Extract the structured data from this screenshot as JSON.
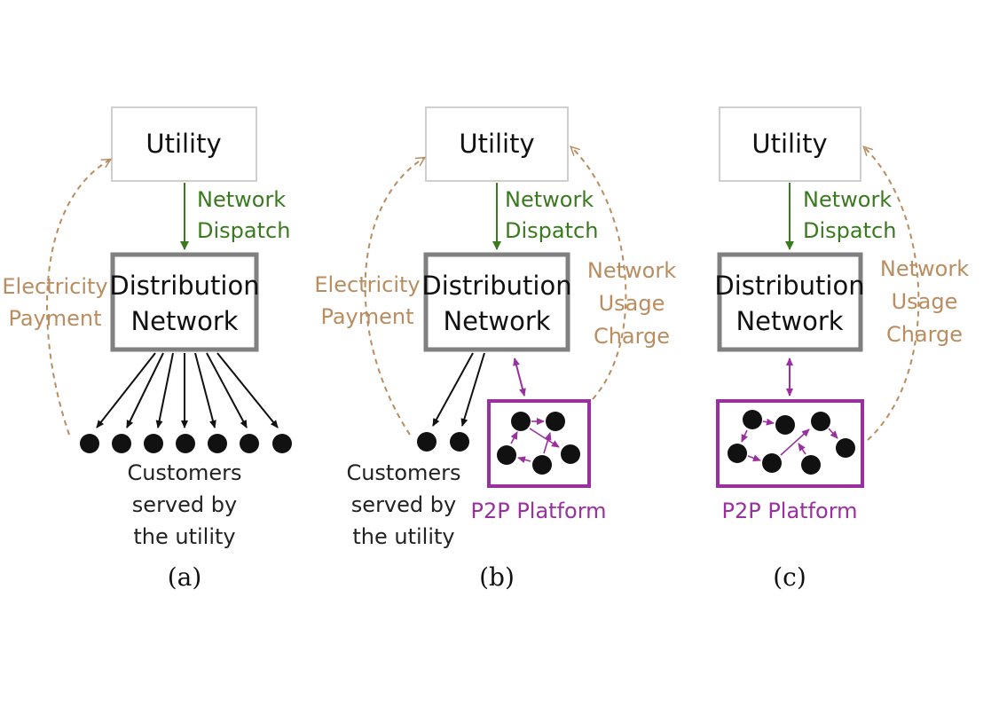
{
  "colors": {
    "dispatch": "#3a7a1f",
    "payment": "#b98d5f",
    "p2p": "#9a2fa0",
    "utility_border": "#cfcfcf",
    "network_border": "#808080"
  },
  "panels": [
    {
      "caption": "(a)",
      "utility": "Utility",
      "dispatch_line1": "Network",
      "dispatch_line2": "Dispatch",
      "distribution_line1": "Distribution",
      "distribution_line2": "Network",
      "payment_line1": "Electricity",
      "payment_line2": "Payment",
      "customers_line1": "Customers",
      "customers_line2": "served by",
      "customers_line3": "the utility"
    },
    {
      "caption": "(b)",
      "utility": "Utility",
      "dispatch_line1": "Network",
      "dispatch_line2": "Dispatch",
      "distribution_line1": "Distribution",
      "distribution_line2": "Network",
      "payment_line1": "Electricity",
      "payment_line2": "Payment",
      "usage_line1": "Network",
      "usage_line2": "Usage",
      "usage_line3": "Charge",
      "customers_line1": "Customers",
      "customers_line2": "served by",
      "customers_line3": "the utility",
      "platform": "P2P Platform"
    },
    {
      "caption": "(c)",
      "utility": "Utility",
      "dispatch_line1": "Network",
      "dispatch_line2": "Dispatch",
      "distribution_line1": "Distribution",
      "distribution_line2": "Network",
      "usage_line1": "Network",
      "usage_line2": "Usage",
      "usage_line3": "Charge",
      "platform": "P2P Platform"
    }
  ]
}
